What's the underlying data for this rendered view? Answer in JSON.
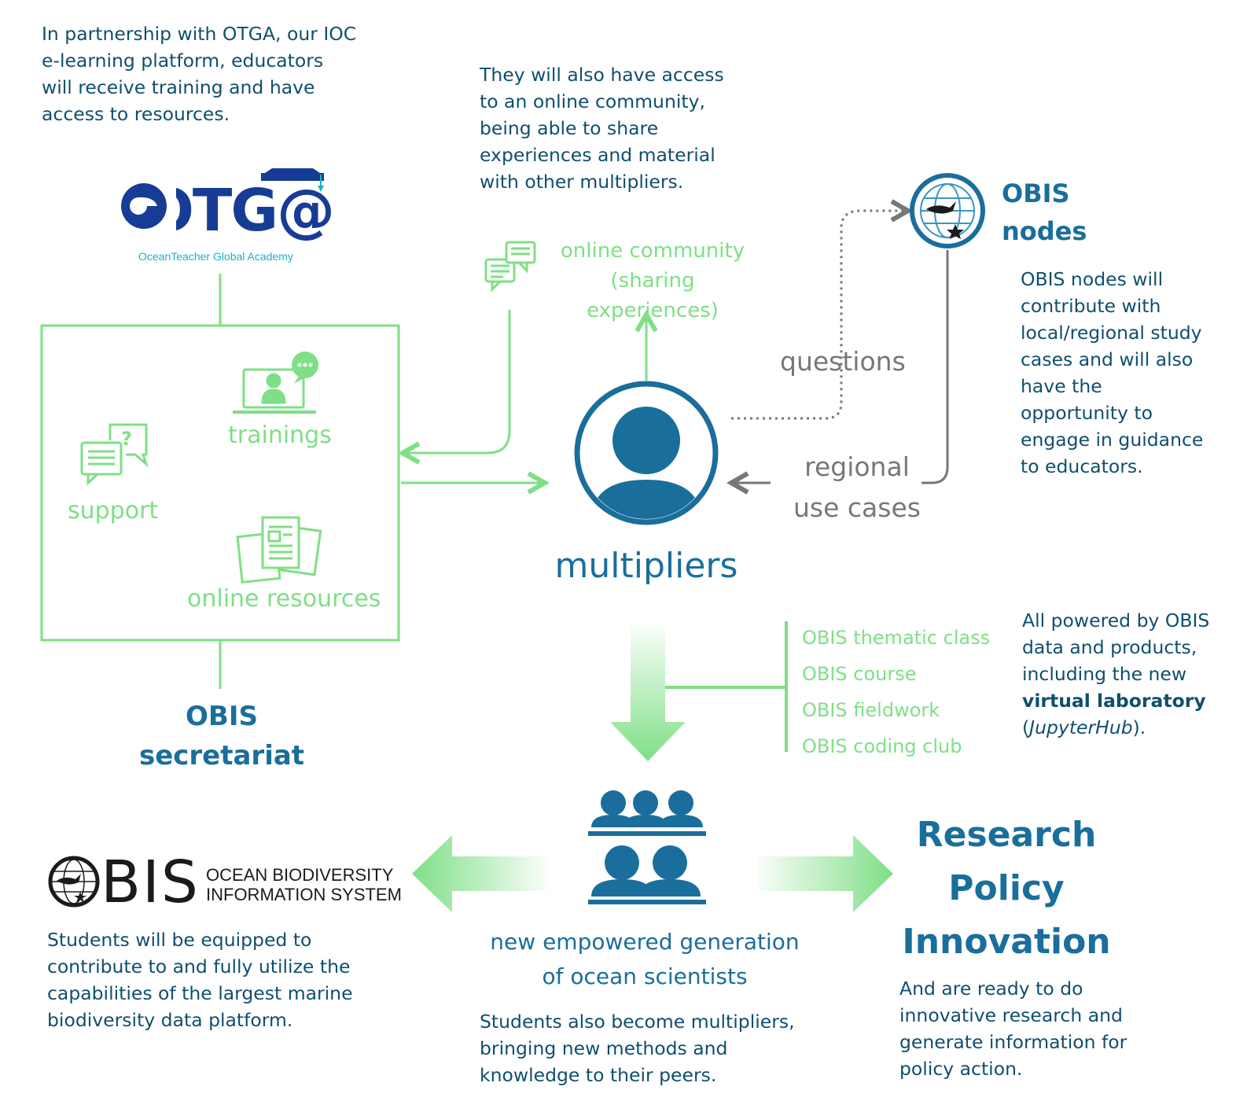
{
  "texts": {
    "otga_intro": "In partnership with OTGA, our IOC\ne-learning platform, educators\nwill receive training and have\naccess to resources.",
    "community_intro": "They will also have access\nto an online community,\nbeing able to share\nexperiences and material\nwith other multipliers.",
    "nodes_desc": "OBIS nodes will\ncontribute with\nlocal/regional study\ncases and will also\nhave the\nopportunity to\nengage in guidance\nto educators.",
    "students_obis": "Students will be equipped to\ncontribute to and fully utilize the\ncapabilities of the largest marine\nbiodiversity data platform.",
    "students_multipliers": "Students also become multipliers,\nbringing new methods and\nknowledge to their peers.",
    "ready": "And are ready to do\ninnovative research and\ngenerate information for\npolicy action."
  },
  "otga_logo": {
    "wordmark": "OTG@",
    "tagline": "OceanTeacher Global Academy"
  },
  "obis_logo": {
    "wordmark": "OBIS",
    "line1": "OCEAN BIODIVERSITY",
    "line2": "INFORMATION SYSTEM"
  },
  "box": {
    "trainings": "trainings",
    "support": "support",
    "resources": "online resources"
  },
  "secretariat": {
    "line1": "OBIS",
    "line2": "secretariat"
  },
  "community": {
    "line1": "online community",
    "line2": "(sharing experiences)"
  },
  "nodes": {
    "line1": "OBIS",
    "line2": "nodes"
  },
  "arrows": {
    "questions": "questions",
    "use_cases_line1": "regional",
    "use_cases_line2": "use cases"
  },
  "multipliers_label": "multipliers",
  "classes": [
    "OBIS thematic class",
    "OBIS course",
    "OBIS fieldwork",
    "OBIS coding club"
  ],
  "powered": {
    "pre": "All powered by OBIS\ndata and products,\nincluding the new\n",
    "bold": "virtual laboratory",
    "paren_open": "(",
    "italic": "JupyterHub",
    "paren_close": ")."
  },
  "generation": {
    "line1": "new empowered generation",
    "line2": "of ocean scientists"
  },
  "outcomes": [
    "Research",
    "Policy",
    "Innovation"
  ],
  "colors": {
    "green": "#7fdf86",
    "blue": "#1a6e9b",
    "dark_text": "#0f4f6e",
    "grey": "#777777"
  }
}
